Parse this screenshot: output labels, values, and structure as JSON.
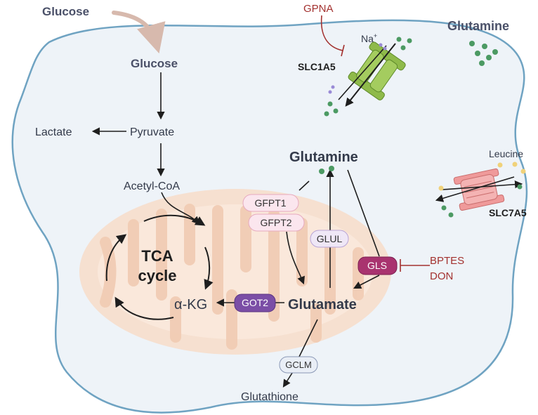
{
  "labels": {
    "glucose_outside": "Glucose",
    "glucose_inside": "Glucose",
    "pyruvate": "Pyruvate",
    "lactate": "Lactate",
    "acetyl_coa": "Acetyl-CoA",
    "tca_line1": "TCA",
    "tca_line2": "cycle",
    "akg": "α-KG",
    "glutamine_outside": "Glutamine",
    "glutamine_inside": "Glutamine",
    "glutamate": "Glutamate",
    "glutathione": "Glutathione",
    "leucine": "Leucine",
    "na_plus": "Na",
    "na_sup": "+"
  },
  "transporters": {
    "slc1a5": "SLC1A5",
    "slc7a5": "SLC7A5"
  },
  "enzymes": {
    "gfpt1": "GFPT1",
    "gfpt2": "GFPT2",
    "glul": "GLUL",
    "gls": "GLS",
    "got2": "GOT2",
    "gclm": "GCLM"
  },
  "inhibitors": {
    "gpna": "GPNA",
    "bptes": "BPTES",
    "don": "DON"
  },
  "colors": {
    "cell_fill": "#eef3f8",
    "cell_border": "#6fa3c2",
    "mito": "#f6dccb",
    "inhibitor_red": "#a3312f",
    "gls_fill": "#a9336f",
    "got2_fill": "#7b4ea6",
    "gfpt_fill": "#fbe6ee",
    "glul_fill": "#efe7f6",
    "gclm_fill": "#e9eef6",
    "slc1a5_green": "#8fba4a",
    "slc7a5_pink": "#ef9a9a",
    "glutamine_dot": "#4c9a63",
    "leucine_dot": "#f0d27a",
    "sodium_dot": "#9a8bd6"
  }
}
